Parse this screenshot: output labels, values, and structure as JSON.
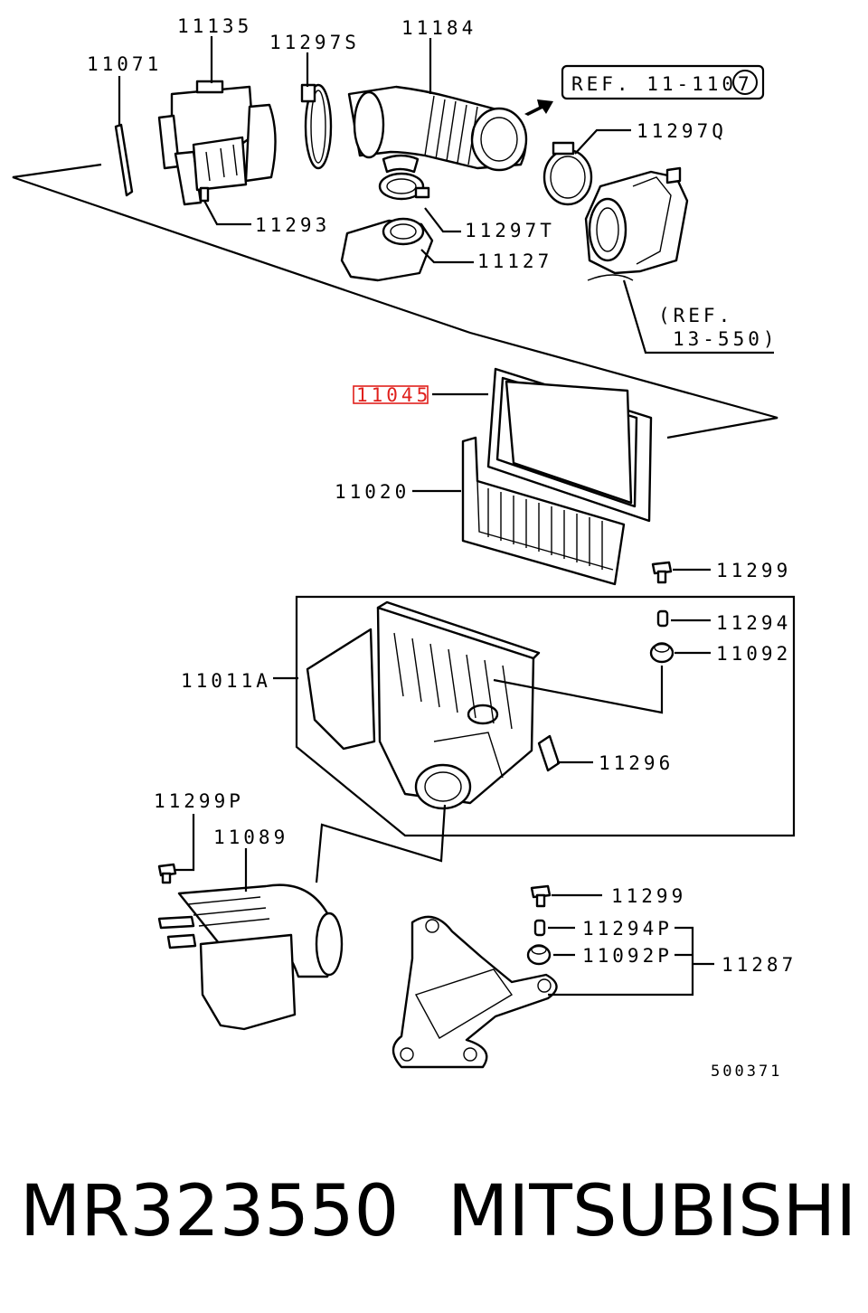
{
  "diagram": {
    "labels": {
      "l11135": "11135",
      "l11297S": "11297S",
      "l11184": "11184",
      "l11071": "11071",
      "ref_11_110": "REF. 11-110",
      "ref_circle": "7",
      "l11297Q": "11297Q",
      "l11293": "11293",
      "l11297T": "11297T",
      "l11127": "11127",
      "ref_13_550_a": "(REF.",
      "ref_13_550_b": "13-550)",
      "l11045": "11045",
      "l11020": "11020",
      "l11299_a": "11299",
      "l11294": "11294",
      "l11092": "11092",
      "l11011A": "11011A",
      "l11296": "11296",
      "l11299P": "11299P",
      "l11089": "11089",
      "l11299_b": "11299",
      "l11294P": "11294P",
      "l11092P": "11092P",
      "l11287": "11287",
      "diagram_no": "500371"
    },
    "highlight_color": "#e0201c"
  },
  "footer": {
    "part_number": "MR323550",
    "brand": "MITSUBISHI"
  }
}
